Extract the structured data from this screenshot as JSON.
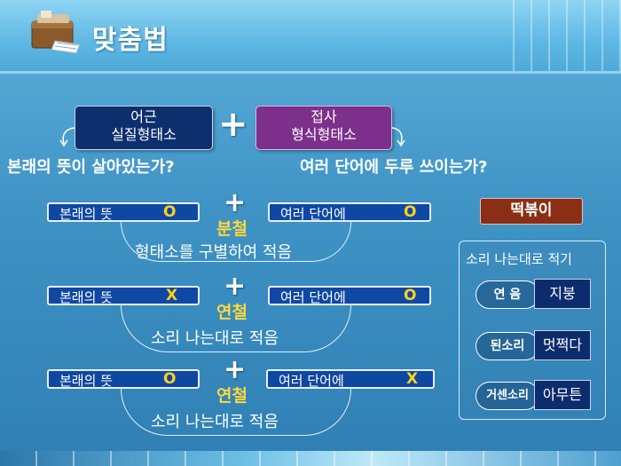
{
  "title": "맞춤법",
  "top": {
    "left_box": {
      "line1": "어근",
      "line2": "실질형태소"
    },
    "right_box": {
      "line1": "접사",
      "line2": "형식형태소"
    },
    "plus": "+",
    "left_question": "본래의 뜻이 살아있는가?",
    "right_question": "여러 단어에 두루 쓰이는가?"
  },
  "rows": [
    {
      "left_label": "본래의 뜻",
      "left_mark": "O",
      "right_label": "여러 단어에",
      "right_mark": "O",
      "plus": "+",
      "rule": "분철",
      "result": "형태소를 구별하여 적음"
    },
    {
      "left_label": "본래의 뜻",
      "left_mark": "X",
      "right_label": "여러 단어에",
      "right_mark": "O",
      "plus": "+",
      "rule": "연철",
      "result": "소리 나는대로 적음"
    },
    {
      "left_label": "본래의 뜻",
      "left_mark": "O",
      "right_label": "여러 단어에",
      "right_mark": "X",
      "plus": "+",
      "rule": "연철",
      "result": "소리 나는대로 적음"
    }
  ],
  "example_word": "떡볶이",
  "panel": {
    "title": "소리 나는대로 적기",
    "items": [
      {
        "label": "연 음",
        "word": "지붕"
      },
      {
        "label": "된소리",
        "word": "멋쩍다"
      },
      {
        "label": "거센소리",
        "word": "아무튼"
      }
    ]
  },
  "colors": {
    "dark_box": "#0e2f6e",
    "purple_box": "#7d2f8c",
    "pill": "#0f48a3",
    "highlight": "#ffd83a",
    "example_box": "#8a2f16"
  }
}
